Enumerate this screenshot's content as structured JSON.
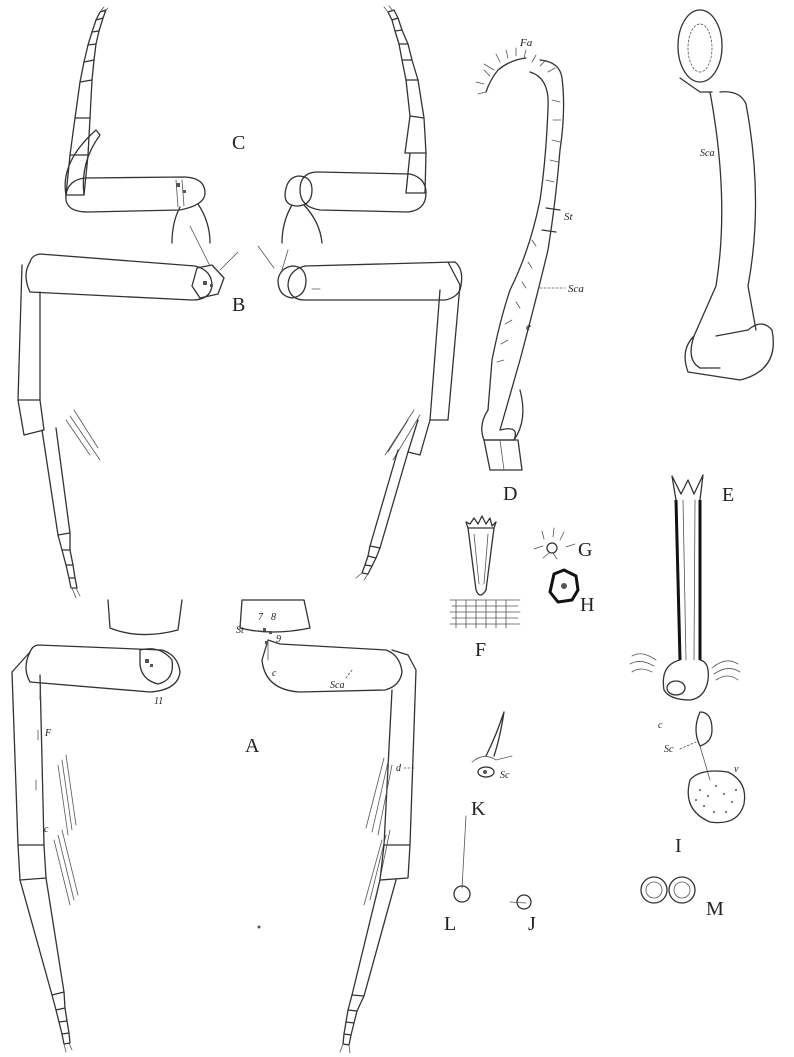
{
  "figure_labels": {
    "A": "A",
    "B": "B",
    "C": "C",
    "D": "D",
    "E": "E",
    "F": "F",
    "G": "G",
    "H": "H",
    "I": "I",
    "J": "J",
    "K": "K",
    "L": "L",
    "M": "M"
  },
  "annotations": {
    "fa": "Fa",
    "st": "St",
    "sca": "Sca",
    "e": "e",
    "sca_e": "Sca",
    "st_a": "St",
    "n7": "7",
    "n8": "8",
    "n9": "9",
    "n11": "11",
    "c_a": "c",
    "sca_a": "Sca",
    "f_a": "F",
    "d_a": "d",
    "c_a2": "c",
    "sc_i": "Sc",
    "c_i": "c",
    "v_i": "v",
    "sc_k": "Sc"
  }
}
